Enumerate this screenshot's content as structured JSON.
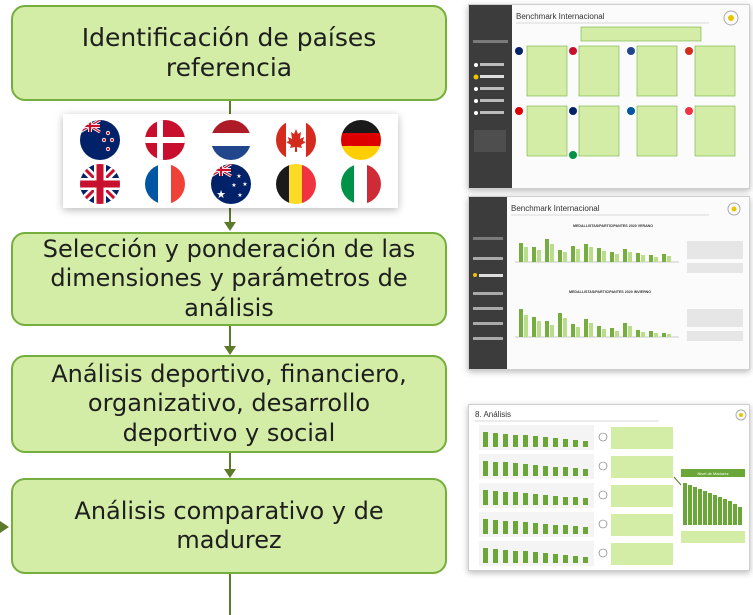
{
  "steps": [
    {
      "lines": [
        "Identificación de países",
        "referencia"
      ]
    },
    {
      "lines": [
        "Selección y ponderación de las",
        "dimensiones y parámetros de",
        "análisis"
      ]
    },
    {
      "lines": [
        "Análisis deportivo, financiero,",
        "organizativo, desarrollo",
        "deportivo y social"
      ]
    },
    {
      "lines": [
        "Análisis comparativo y de",
        "madurez"
      ]
    }
  ],
  "flags": [
    "new-zealand",
    "denmark",
    "netherlands",
    "canada",
    "germany",
    "united-kingdom",
    "france",
    "australia",
    "belgium",
    "italy"
  ],
  "thumbnails": {
    "benchmark_1": {
      "title": "Benchmark Internacional"
    },
    "benchmark_2": {
      "title": "Benchmark Internacional",
      "chart_summer_title": "MEDALLISTAS/PARTICIPANTES 2020 VERANO",
      "chart_winter_title": "MEDALLISTAS/PARTICIPANTES 2020 INVIERNO"
    },
    "analysis": {
      "title": "8. Análisis",
      "side_chart_title": "Nivel de Madurez"
    }
  },
  "colors": {
    "box_fill": "#d3eda6",
    "box_border": "#76ad3f",
    "connector": "#5d7a2b",
    "accent_green": "#6aa638"
  }
}
